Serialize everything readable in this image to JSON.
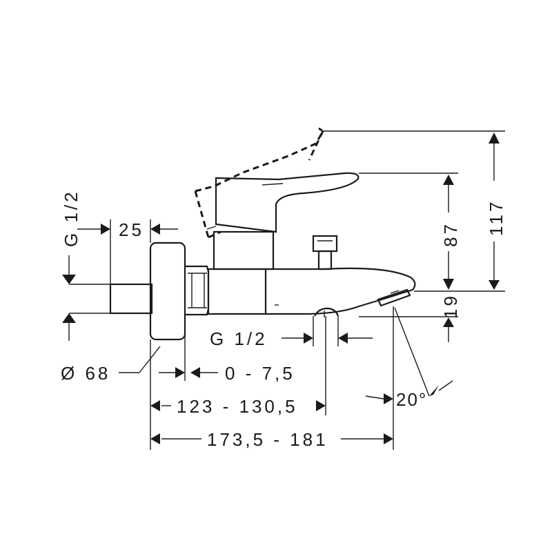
{
  "dimensions": {
    "thread_left": "G 1/2",
    "depth_25": "25",
    "diameter": "Ø 68",
    "adjust": "0 - 7,5",
    "inlet_to_diverter": "123 - 130,5",
    "total_projection": "173,5 - 181",
    "thread_bottom": "G 1/2",
    "angle": "20°",
    "height_117": "117",
    "height_87": "87",
    "height_19": "19"
  },
  "colors": {
    "line": "#1a1a1a",
    "background": "#ffffff"
  }
}
